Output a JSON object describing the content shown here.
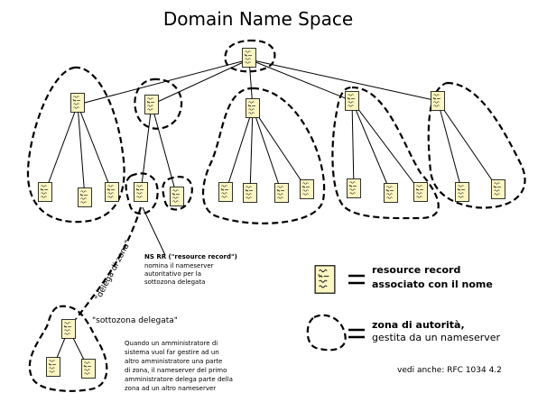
{
  "title": "Domain Name Space",
  "delega_label": "\"delega di zona\"",
  "ns_rr": {
    "heading": "NS RR (\"resource record\")",
    "lines": [
      "nomina il nameserver",
      "autoritativo per la",
      "sottozona delegata"
    ]
  },
  "sottozona_label": "\"sottozona delegata\"",
  "explanation_lines": [
    "Quando un amministratore di",
    "sistema vuol far gestire ad un",
    "altro amministratore una parte",
    "di zona, il nameserver del primo",
    "amministratore delega parte della",
    "zona ad un altro nameserver"
  ],
  "legend": {
    "rr_line1": "resource record",
    "rr_line2": "associato con il nome",
    "zone_line1": "zona di autorità,",
    "zone_line2": "gestita da un nameserver"
  },
  "reference": "vedi anche: RFC 1034 4.2",
  "icon_names": [
    "resource-record-icon",
    "zone-boundary-icon"
  ]
}
